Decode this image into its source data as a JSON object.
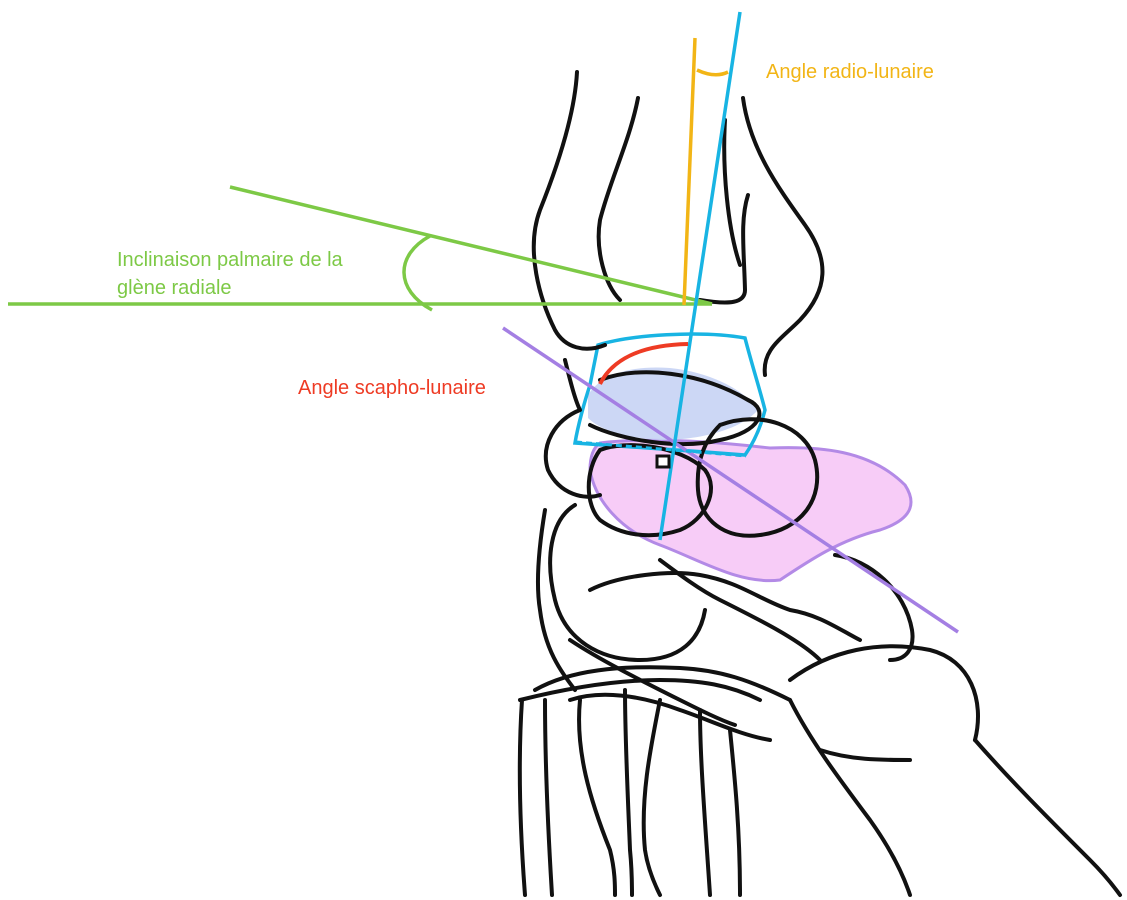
{
  "labels": {
    "radio_lunate": "Angle radio-lunaire",
    "palmar_tilt_line1": "Inclinaison palmaire de la",
    "palmar_tilt_line2": "glène radiale",
    "scapholunate": "Angle scapho-lunaire"
  },
  "colors": {
    "radio_lunate": "#F2B516",
    "palmar_tilt": "#7DC946",
    "scapholunate": "#EE3B24",
    "lunate_axis": "#18B4E3",
    "scaphoid_axis": "#A47FE3",
    "scaphoid_fill": "#F7CCF7",
    "lunate_fill": "#C7D3F4",
    "bone_outline": "#111111"
  }
}
